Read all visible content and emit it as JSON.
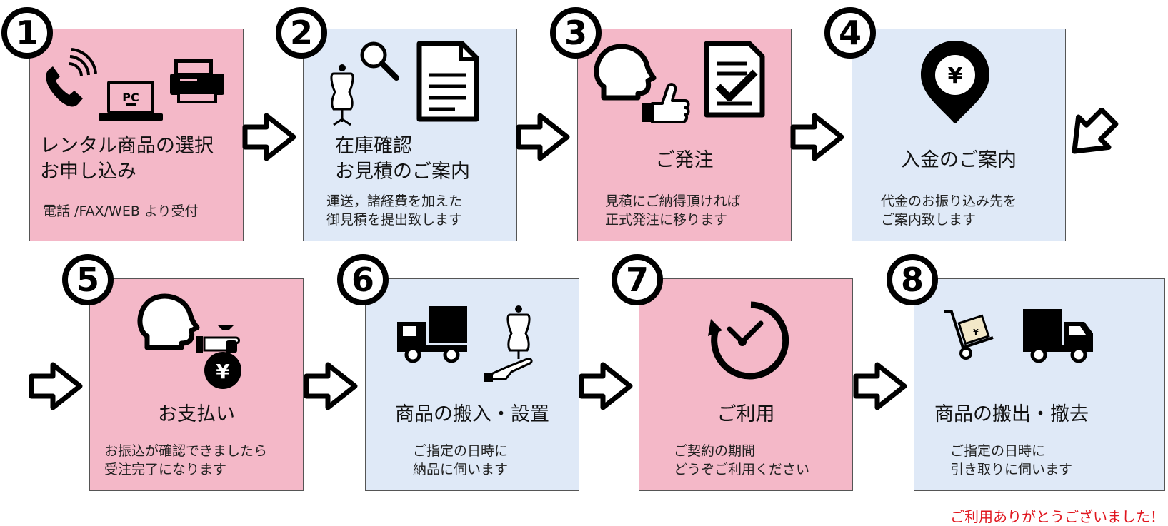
{
  "steps": [
    {
      "number": "1",
      "title_lines": [
        "レンタル商品の選択",
        "お申し込み"
      ],
      "desc_lines": [
        "電話 /FAX/WEB より受付"
      ],
      "icons": [
        "phone-icon",
        "laptop-icon",
        "printer-icon"
      ],
      "pc_label": "PC",
      "color": "#f4b8c8"
    },
    {
      "number": "2",
      "title_lines": [
        "在庫確認",
        "お見積のご案内"
      ],
      "desc_lines": [
        "運送，諸経費を加えた",
        "御見積を提出致します"
      ],
      "icons": [
        "mannequin-icon",
        "magnifier-icon",
        "document-icon"
      ],
      "color": "#dfe9f7"
    },
    {
      "number": "3",
      "title_lines": [
        "ご発注"
      ],
      "desc_lines": [
        "見積にご納得頂ければ",
        "正式発注に移ります"
      ],
      "icons": [
        "head-icon",
        "thumbs-up-icon",
        "checked-document-icon"
      ],
      "color": "#f4b8c8"
    },
    {
      "number": "4",
      "title_lines": [
        "入金のご案内"
      ],
      "desc_lines": [
        "代金のお振り込み先を",
        "ご案内致します"
      ],
      "icons": [
        "yen-pin-icon"
      ],
      "yen": "¥",
      "color": "#dfe9f7"
    },
    {
      "number": "5",
      "title_lines": [
        "お支払い"
      ],
      "desc_lines": [
        "お振込が確認できましたら",
        "受注完了になります"
      ],
      "icons": [
        "head-icon",
        "money-bag-icon"
      ],
      "yen": "¥",
      "color": "#f4b8c8"
    },
    {
      "number": "6",
      "title_lines": [
        "商品の搬入・設置"
      ],
      "desc_lines": [
        "ご指定の日時に",
        "納品に伺います"
      ],
      "icons": [
        "truck-icon",
        "mannequin-on-hand-icon"
      ],
      "color": "#dfe9f7"
    },
    {
      "number": "7",
      "title_lines": [
        "ご利用"
      ],
      "desc_lines": [
        "ご契約の期間",
        "どうぞご利用ください"
      ],
      "icons": [
        "clock-icon"
      ],
      "color": "#f4b8c8"
    },
    {
      "number": "8",
      "title_lines": [
        "商品の搬出・撤去"
      ],
      "desc_lines": [
        "ご指定の日時に",
        "引き取りに伺います"
      ],
      "icons": [
        "hand-cart-icon",
        "truck-icon"
      ],
      "yen": "¥",
      "color": "#dfe9f7"
    }
  ],
  "footer": {
    "thanks": "ご利用ありがとうございました！"
  }
}
